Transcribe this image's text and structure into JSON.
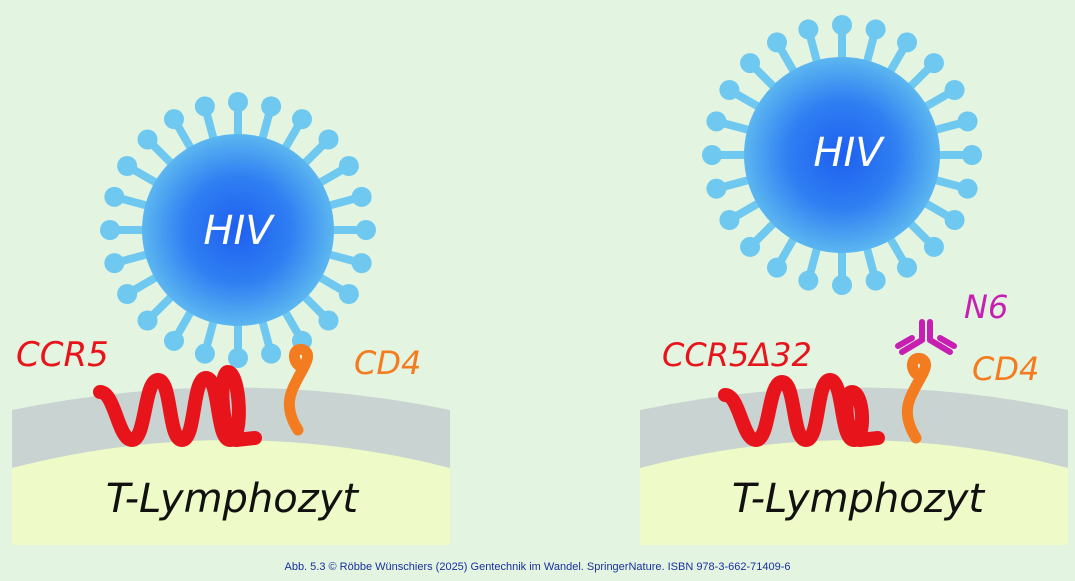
{
  "panels": [
    {
      "virus_label": "HIV",
      "coreceptor_label": "CCR5",
      "receptor_label": "CD4",
      "cell_label": "T-Lymphozyt"
    },
    {
      "virus_label": "HIV",
      "coreceptor_label": "CCR5Δ32",
      "receptor_label": "CD4",
      "antibody_label": "N6",
      "cell_label": "T-Lymphozyt"
    }
  ],
  "caption": "Abb. 5.3 © Röbbe Wünschiers (2025) Gentechnik im Wandel. SpringerNature. ISBN 978-3-662-71409-6",
  "colors": {
    "background": "#e3f4e1",
    "virus_core": "#1e5ff0",
    "virus_edge": "#6fc8f0",
    "membrane": "#c9d3d1",
    "cytoplasm": "#eefac7",
    "coreceptor": "#e8141c",
    "receptor": "#f47c20",
    "antibody": "#c81fb3"
  }
}
